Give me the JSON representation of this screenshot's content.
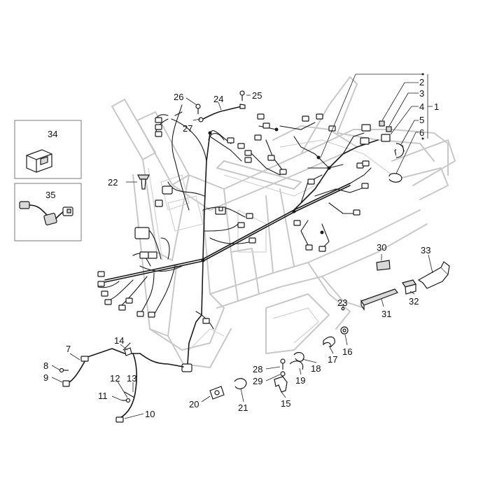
{
  "callouts": {
    "c1": "1",
    "c2": "2",
    "c3": "3",
    "c4": "4",
    "c5": "5",
    "c6": "6",
    "c7": "7",
    "c8": "8",
    "c9": "9",
    "c10": "10",
    "c11": "11",
    "c12": "12",
    "c13": "13",
    "c14": "14",
    "c15": "15",
    "c16": "16",
    "c17": "17",
    "c18": "18",
    "c19": "19",
    "c20": "20",
    "c21": "21",
    "c22": "22",
    "c23": "23",
    "c24": "24",
    "c25": "25",
    "c26": "26",
    "c27": "27",
    "c28": "28",
    "c29": "29",
    "c30": "30",
    "c31": "31",
    "c32": "32",
    "c33": "33",
    "c34": "34",
    "c35": "35"
  },
  "colors": {
    "frame": "#c8c8c8",
    "wiring": "#1a1a1a",
    "inset_border": "#7a7a7a"
  }
}
